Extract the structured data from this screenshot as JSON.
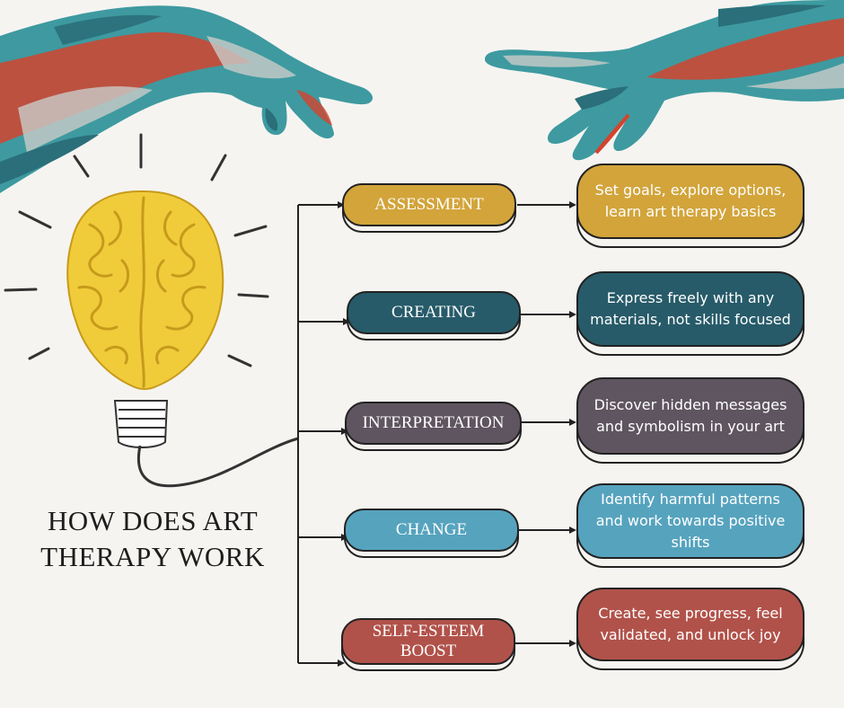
{
  "title": {
    "line1": "HOW DOES ART",
    "line2": "THERAPY WORK"
  },
  "stages": [
    {
      "label": "ASSESSMENT",
      "description": "Set goals, explore options, learn art therapy basics",
      "color": "#d2a43a"
    },
    {
      "label": "CREATING",
      "description": "Express freely with any materials, not skills focused",
      "color": "#275b69"
    },
    {
      "label": "INTERPRETATION",
      "description": "Discover hidden messages and symbolism in your art",
      "color": "#5f5560"
    },
    {
      "label": "CHANGE",
      "description": "Identify harmful patterns and work towards positive shifts",
      "color": "#56a3be"
    },
    {
      "label": "SELF-ESTEEM\nBOOST",
      "description": "Create, see progress, feel validated, and unlock joy",
      "color": "#b1524a"
    }
  ],
  "icons": [
    "left-painted-hand-icon",
    "right-painted-hand-icon",
    "brain-lightbulb-icon"
  ],
  "colors": {
    "brain": "#f0cc3a",
    "brain_fold": "#c79a1b",
    "line": "#222222",
    "hand_teal": "#3e9aa0",
    "hand_red": "#d2442f",
    "hand_light": "#c9ccc8"
  }
}
